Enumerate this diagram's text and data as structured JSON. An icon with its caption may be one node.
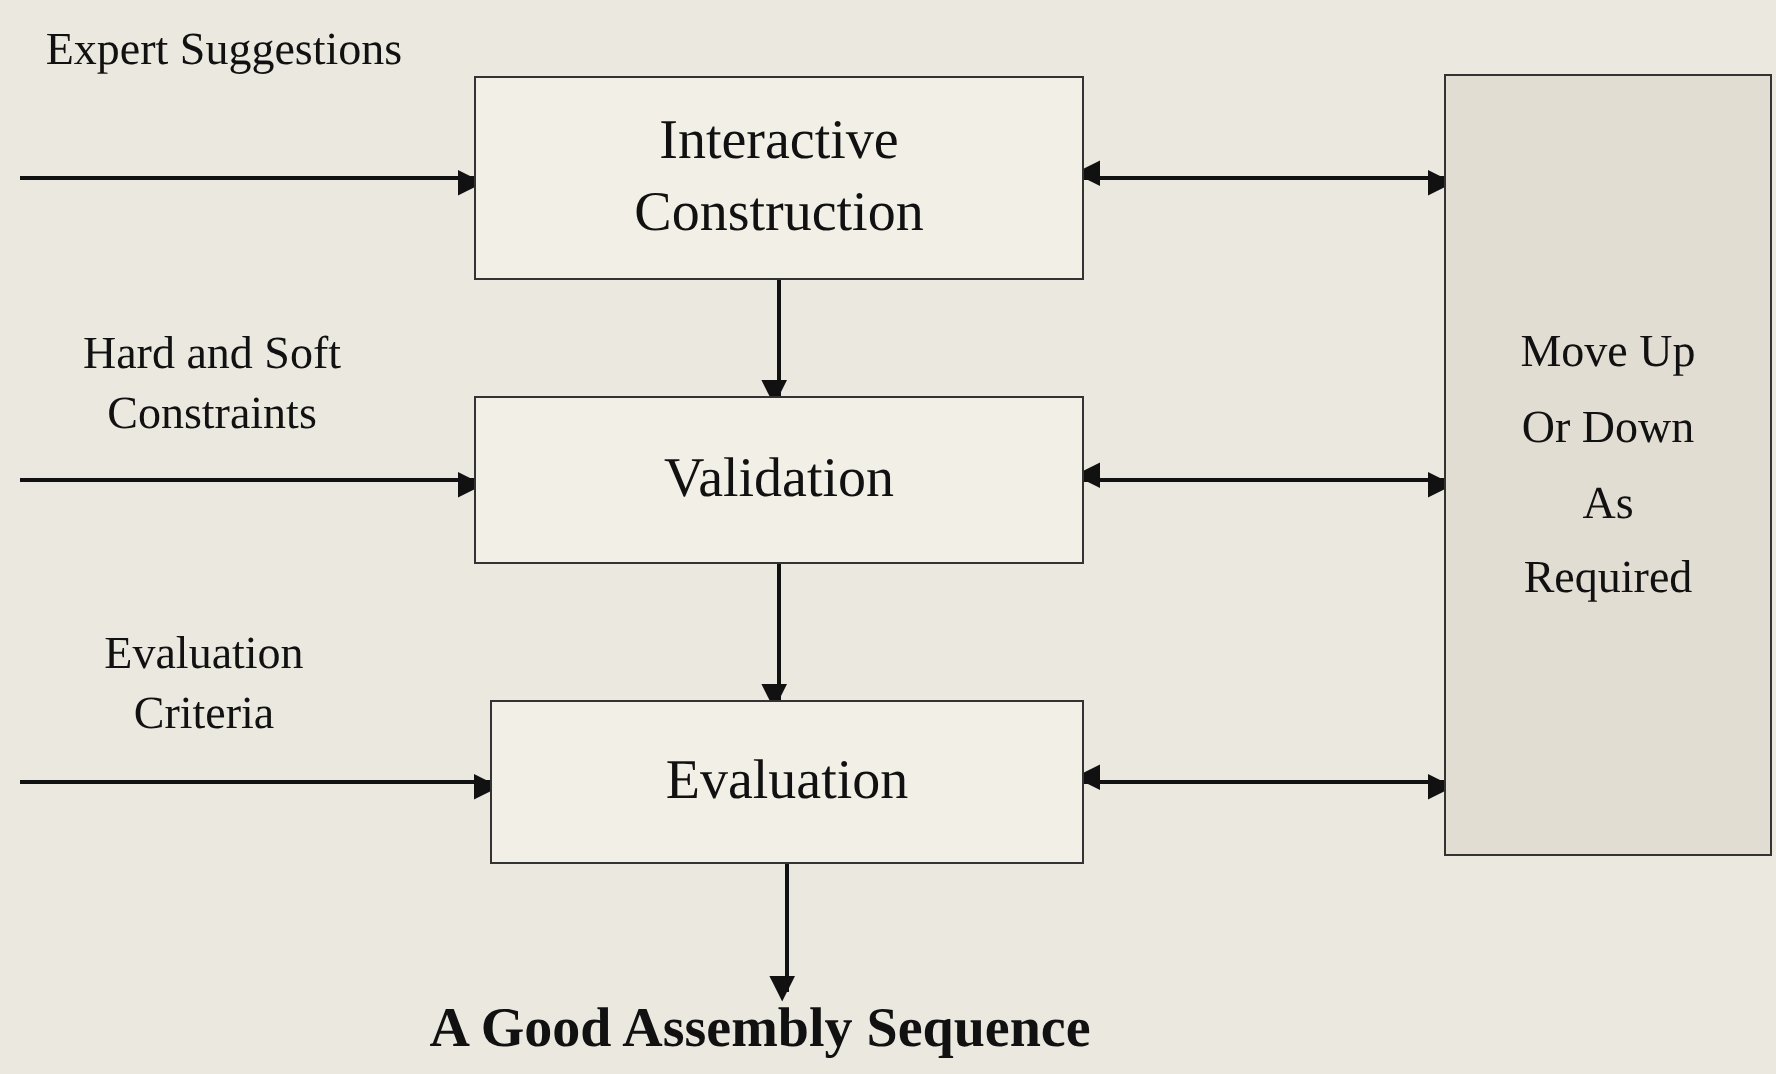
{
  "diagram": {
    "nodes": [
      {
        "text": [
          "Interactive Construction"
        ]
      },
      {
        "text": [
          "Validation"
        ]
      },
      {
        "text": [
          "Evaluation"
        ]
      },
      {
        "text": [
          "Move Up Or Down As Required"
        ]
      },
      {
        "text": [
          "A Good Assembly Sequence"
        ]
      }
    ],
    "edges": [
      {
        "from": null,
        "to": 0,
        "arrow": "to",
        "label": "Expert Suggestions"
      },
      {
        "from": null,
        "to": 1,
        "arrow": "to",
        "label": "Hard and Soft Constraints"
      },
      {
        "from": null,
        "to": 2,
        "arrow": "to",
        "label": "Evaluation Criteria"
      },
      {
        "from": 0,
        "to": 1,
        "arrow": "to"
      },
      {
        "from": 1,
        "to": 2,
        "arrow": "to"
      },
      {
        "from": 2,
        "to": 4,
        "arrow": "to"
      },
      {
        "from": 0,
        "to": 3,
        "arrow": "both"
      },
      {
        "from": 1,
        "to": 3,
        "arrow": "both"
      },
      {
        "from": 2,
        "to": 3,
        "arrow": "both"
      }
    ]
  }
}
